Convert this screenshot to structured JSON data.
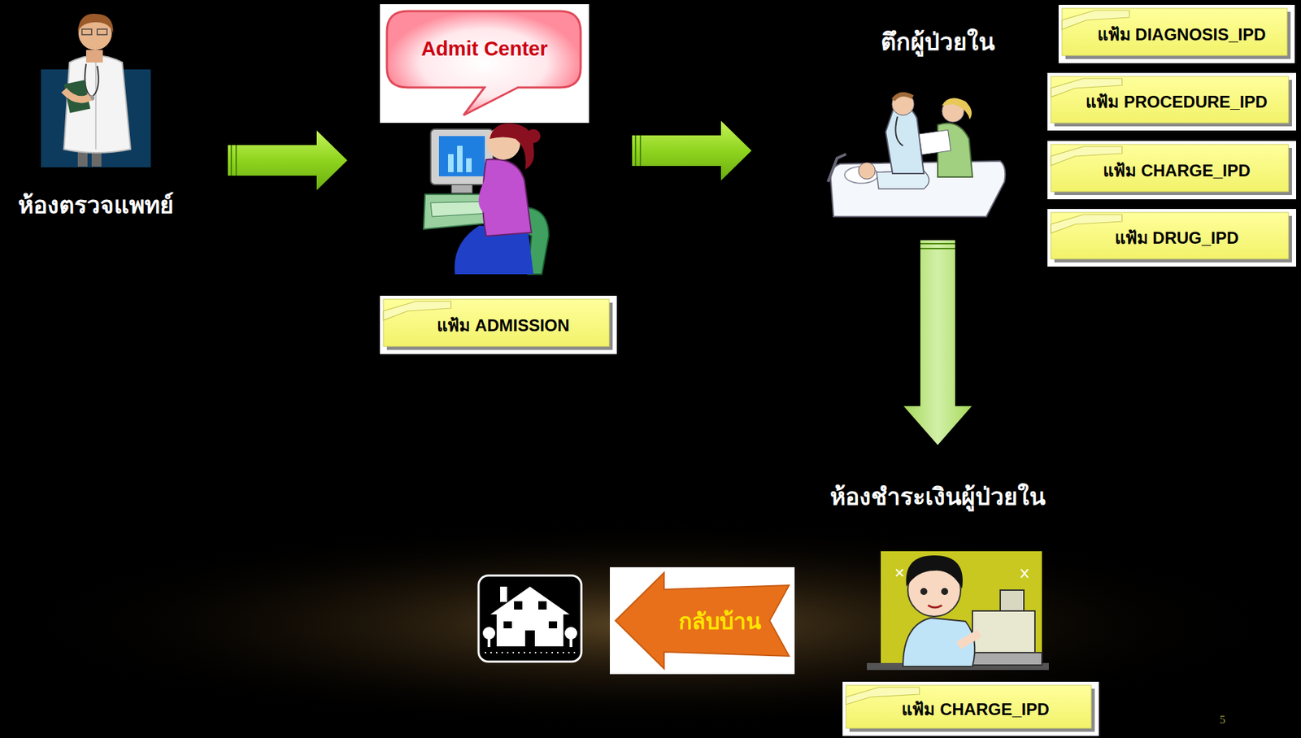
{
  "diagram": {
    "nodes": [
      {
        "text": [
          "ห้องตรวจแพทย์"
        ]
      },
      {
        "text": [
          "Admit Center"
        ]
      },
      {
        "text": [
          "แฟ้ม ADMISSION"
        ]
      },
      {
        "text": [
          "ตึกผู้ป่วยใน"
        ]
      },
      {
        "text": [
          "แฟ้ม DIAGNOSIS_IPD"
        ]
      },
      {
        "text": [
          "แฟ้ม PROCEDURE_IPD"
        ]
      },
      {
        "text": [
          "แฟ้ม CHARGE_IPD"
        ]
      },
      {
        "text": [
          "แฟ้ม DRUG_IPD"
        ]
      },
      {
        "text": [
          "ห้องชำระเงินผู้ป่วยใน"
        ]
      },
      {
        "text": [
          "แฟ้ม CHARGE_IPD"
        ]
      },
      {
        "text": [
          "กลับบ้าน"
        ]
      }
    ],
    "edges": [
      {
        "from": 0,
        "to": 1,
        "arrow": "to"
      },
      {
        "from": 1,
        "to": 3,
        "arrow": "to"
      },
      {
        "from": 3,
        "to": 8,
        "arrow": "to"
      }
    ],
    "labels": [
      "5"
    ]
  }
}
